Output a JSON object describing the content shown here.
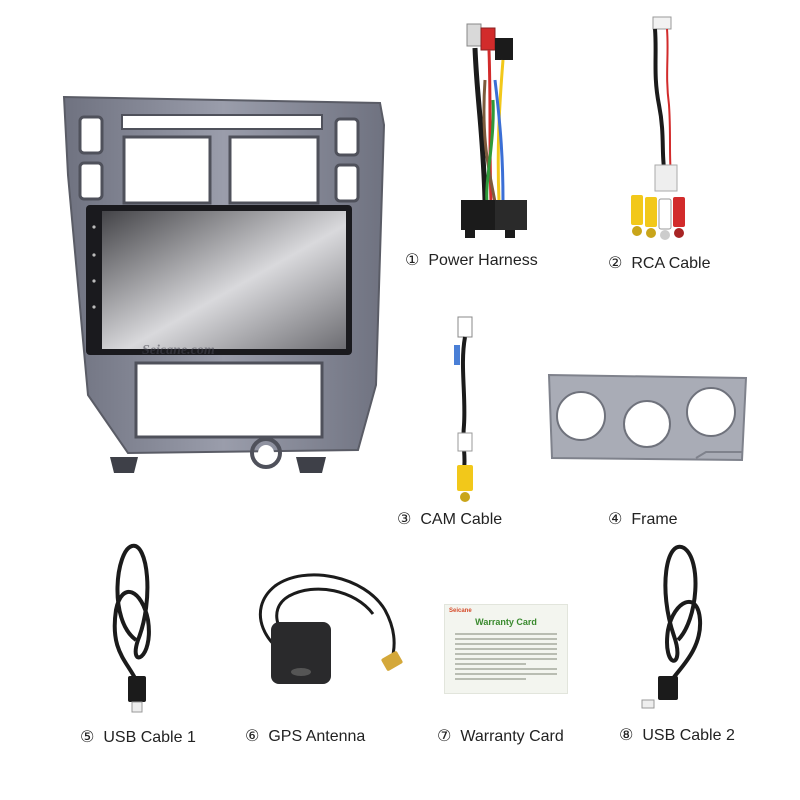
{
  "watermark": "Seicane.com",
  "items": [
    {
      "number": "①",
      "name": "Power Harness"
    },
    {
      "number": "②",
      "name": "RCA Cable"
    },
    {
      "number": "③",
      "name": "CAM Cable"
    },
    {
      "number": "④",
      "name": "Frame"
    },
    {
      "number": "⑤",
      "name": "USB Cable 1"
    },
    {
      "number": "⑥",
      "name": "GPS Antenna"
    },
    {
      "number": "⑦",
      "name": "Warranty Card"
    },
    {
      "number": "⑧",
      "name": "USB Cable 2"
    }
  ],
  "warranty_card": {
    "brand": "Seicane",
    "title": "Warranty Card"
  },
  "colors": {
    "frame_gray": "#8a8d99",
    "screen_dark": "#1a1a1e",
    "cable_black": "#1b1b1b",
    "rca_yellow": "#f2c81a",
    "rca_red": "#d22b2b"
  }
}
